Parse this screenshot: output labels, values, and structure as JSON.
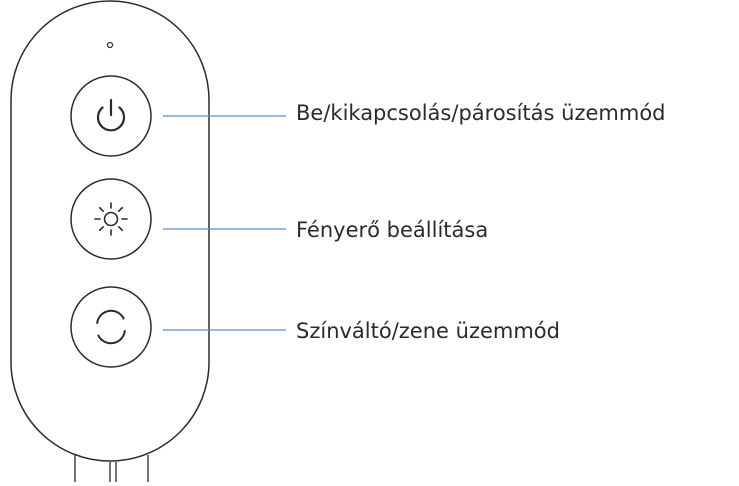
{
  "colors": {
    "outline": "#2b2b2b",
    "leader_line": "#5b8fc7",
    "text": "#2b2b2b",
    "background": "#ffffff"
  },
  "buttons": [
    {
      "icon": "power-icon",
      "label": "Be/kikapcsolás/párosítás üzemmód"
    },
    {
      "icon": "brightness-icon",
      "label": "Fényerő beállítása"
    },
    {
      "icon": "cycle-icon",
      "label": "Színváltó/zene üzemmód"
    }
  ]
}
